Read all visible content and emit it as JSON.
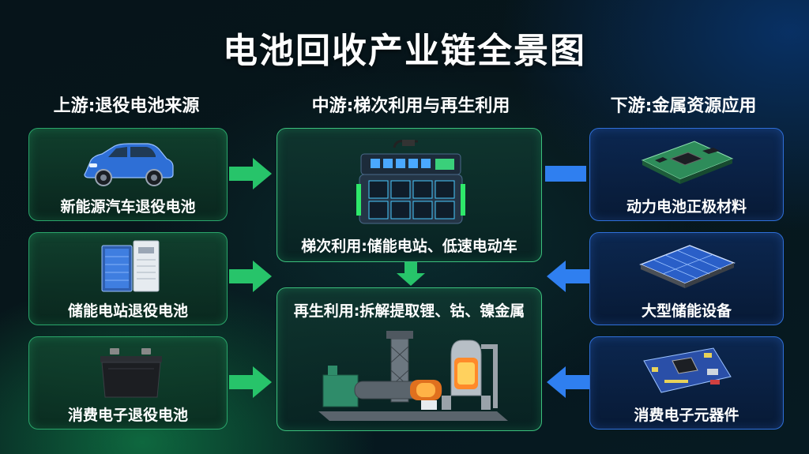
{
  "title": "电池回收产业链全景图",
  "columns": {
    "upstream": "上游:退役电池来源",
    "midstream": "中游:梯次利用与再生利用",
    "downstream": "下游:金属资源应用"
  },
  "upstream_items": [
    {
      "label": "新能源汽车退役电池",
      "icon": "suv-car-icon"
    },
    {
      "label": "储能电站退役电池",
      "icon": "energy-storage-cabinet-icon"
    },
    {
      "label": "消费电子退役电池",
      "icon": "lead-acid-battery-icon"
    }
  ],
  "midstream_items": [
    {
      "label": "梯次利用:储能电站、低速电动车",
      "icon": "battery-pack-icon"
    },
    {
      "label": "再生利用:拆解提取锂、钴、镍金属",
      "icon": "recycling-plant-icon"
    }
  ],
  "downstream_items": [
    {
      "label": "动力电池正极材料",
      "icon": "cathode-chip-icon"
    },
    {
      "label": "大型储能设备",
      "icon": "solar-panel-icon"
    },
    {
      "label": "消费电子元器件",
      "icon": "circuit-board-icon"
    }
  ],
  "colors": {
    "green": "#27c46a",
    "blue": "#2f7ff0"
  }
}
